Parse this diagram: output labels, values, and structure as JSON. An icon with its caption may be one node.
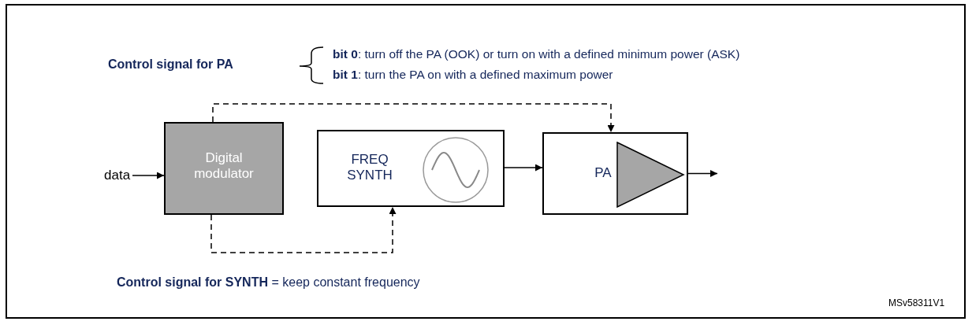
{
  "diagram": {
    "nodes": [
      {
        "text": [
          "data"
        ]
      },
      {
        "text": [
          "Digital modulator"
        ]
      },
      {
        "text": [
          "FREQ SYNTH"
        ]
      },
      {
        "text": [
          "PA"
        ]
      }
    ],
    "edges": [
      {
        "from": 0,
        "to": 1,
        "arrow": "to"
      },
      {
        "from": 1,
        "to": 3,
        "arrow": "to",
        "style": "dashed"
      },
      {
        "from": 1,
        "to": 2,
        "arrow": "to",
        "style": "dashed"
      },
      {
        "from": 2,
        "to": 3,
        "arrow": "to"
      },
      {
        "from": 3,
        "to": null,
        "arrow": "to"
      }
    ],
    "labels": [
      "Control signal for PA",
      "**bit 0**: turn off the PA (OOK) or turn on with a defined minimum power (ASK)",
      "**bit 1**: turn the PA on with a defined maximum power",
      "**Control signal for SYNTH** = keep constant frequency",
      "MSv58311V1"
    ]
  }
}
